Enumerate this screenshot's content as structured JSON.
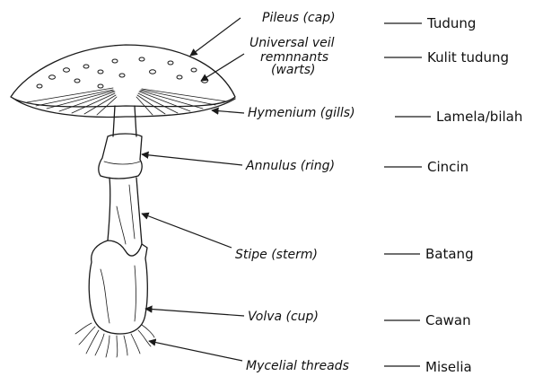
{
  "parts": [
    {
      "key": "pileus",
      "english": "Pileus (cap)",
      "malay": "Tudung"
    },
    {
      "key": "veil",
      "english_lines": [
        "Universal veil",
        "remnnants",
        "(warts)"
      ],
      "malay": "Kulit tudung"
    },
    {
      "key": "hymenium",
      "english": "Hymenium (gills)",
      "malay": "Lamela/bilah"
    },
    {
      "key": "annulus",
      "english": "Annulus (ring)",
      "malay": "Cincin"
    },
    {
      "key": "stipe",
      "english": "Stipe (sterm)",
      "malay": "Batang"
    },
    {
      "key": "volva",
      "english": "Volva (cup)",
      "malay": "Cawan"
    },
    {
      "key": "mycelial",
      "english": "Mycelial threads",
      "malay": "Miselia"
    }
  ]
}
